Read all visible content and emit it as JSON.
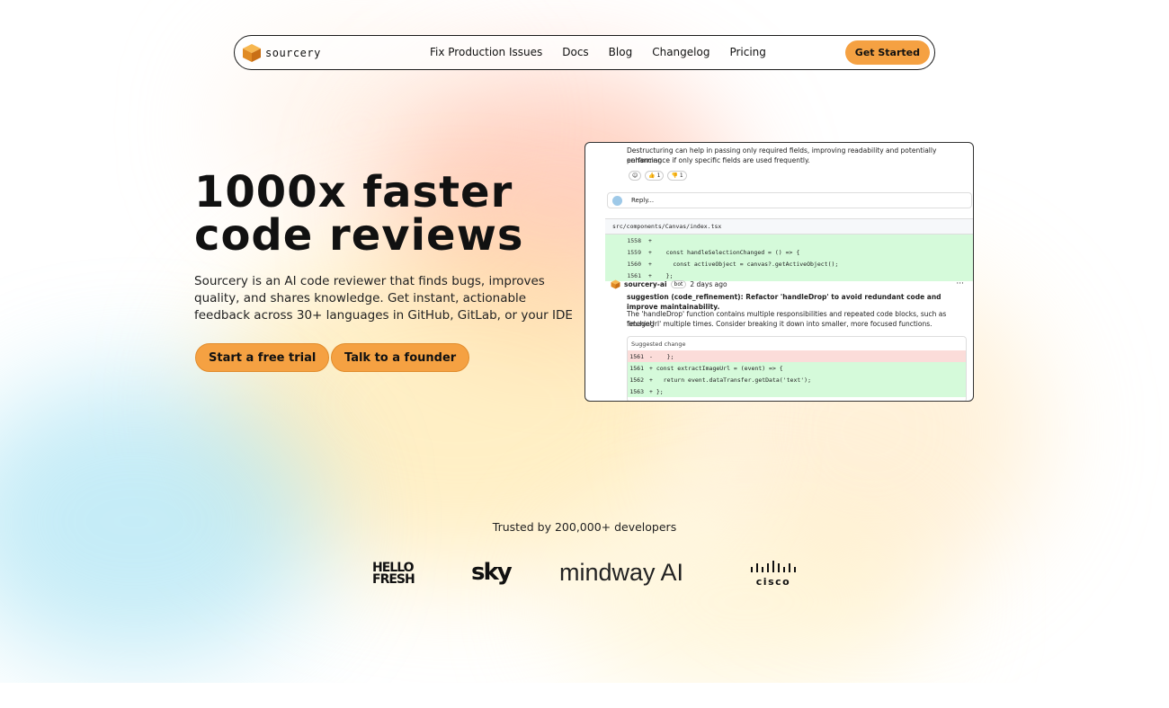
{
  "nav": {
    "brand": "sourcery",
    "links": [
      "Fix Production Issues",
      "Docs",
      "Blog",
      "Changelog",
      "Pricing"
    ],
    "cta": "Get Started"
  },
  "hero": {
    "title_line1": "1000x faster",
    "title_line2": "code reviews",
    "subtitle": "Sourcery is an AI code reviewer that finds bugs, improves quality, and shares knowledge. Get instant, actionable feedback across 30+ languages in GitHub, GitLab, or your IDE",
    "primary_button": "Start a free trial",
    "secondary_button": "Talk to a founder"
  },
  "screenshot": {
    "comment_line1": "Destructuring can help in passing only required fields, improving readability and potentially enhancing",
    "comment_line2": "performance if only specific fields are used frequently.",
    "reaction_thumbs_up": "👍 1",
    "reaction_thumbs_down": "👎 1",
    "reply_placeholder": "Reply...",
    "file_path": "src/components/Canvas/index.tsx",
    "diff_lines": [
      {
        "num": "1558",
        "code": "+"
      },
      {
        "num": "1559",
        "code": "+    const handleSelectionChanged = () => {"
      },
      {
        "num": "1560",
        "code": "+      const activeObject = canvas?.getActiveObject();"
      },
      {
        "num": "1561",
        "code": "+    };"
      }
    ],
    "bot_name": "sourcery-ai",
    "bot_tag": "bot",
    "bot_time": "2 days ago",
    "suggestion_title": "suggestion (code_refinement): Refactor 'handleDrop' to avoid redundant code and improve maintainability.",
    "suggestion_body_line1": "The 'handleDrop' function contains multiple responsibilities and repeated code blocks, such as fetching",
    "suggestion_body_line2": "'imageUrl' multiple times. Consider breaking it down into smaller, more focused functions.",
    "suggested_change_label": "Suggested change",
    "suggested_lines": [
      {
        "num": "1561",
        "code": "-    };",
        "type": "del"
      },
      {
        "num": "1561",
        "code": "+ const extractImageUrl = (event) => {",
        "type": "add"
      },
      {
        "num": "1562",
        "code": "+   return event.dataTransfer.getData('text');",
        "type": "add"
      },
      {
        "num": "1563",
        "code": "+ };",
        "type": "add"
      }
    ]
  },
  "trusted": {
    "text": "Trusted by 200,000+ developers",
    "logos": [
      "HELLO FRESH",
      "sky",
      "mindway AI",
      "cisco"
    ]
  },
  "colors": {
    "accent": "#f5a142",
    "diff_add": "#d5fada",
    "diff_del": "#fbdcd9"
  }
}
